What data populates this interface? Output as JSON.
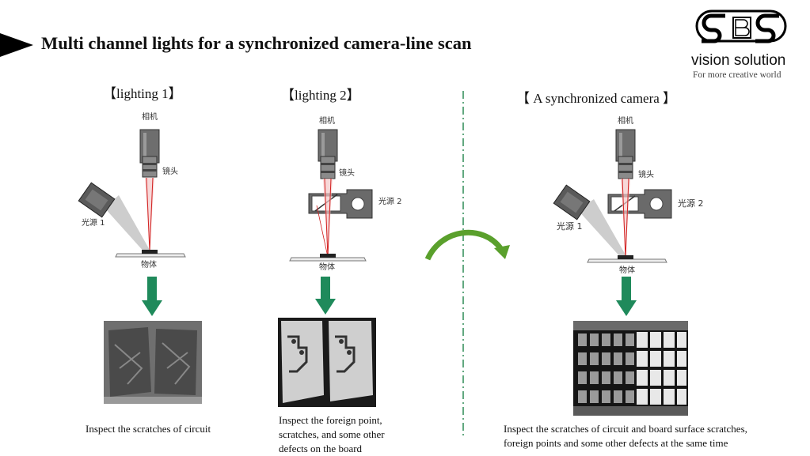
{
  "header": {
    "title": "Multi channel lights for a synchronized camera-line scan",
    "logo_letters": "SBS",
    "logo_text": "vision solution",
    "logo_tagline": "For more creative world"
  },
  "panels": [
    {
      "title": "【lighting 1】",
      "camera_label": "相机",
      "lens_label": "镜头",
      "light_label": "光源 1",
      "object_label": "物体",
      "caption": "Inspect the scratches of circuit"
    },
    {
      "title": "【lighting 2】",
      "camera_label": "相机",
      "lens_label": "镜头",
      "light_label": "光源 2",
      "object_label": "物体",
      "caption_lines": [
        "Inspect the foreign point,",
        "scratches, and some other",
        "defects on the board"
      ]
    },
    {
      "title": "【 A synchronized camera 】",
      "camera_label": "相机",
      "lens_label": "镜头",
      "light1_label": "光源 1",
      "light2_label": "光源 2",
      "object_label": "物体",
      "caption_lines": [
        "Inspect the scratches of circuit and board surface scratches,",
        "foreign points and some other defects at the same time"
      ]
    }
  ],
  "colors": {
    "down_arrow": "#1f8a5b",
    "curved_arrow": "#5aa02c",
    "divider": "#2e8b57",
    "beam": "#d22020"
  }
}
